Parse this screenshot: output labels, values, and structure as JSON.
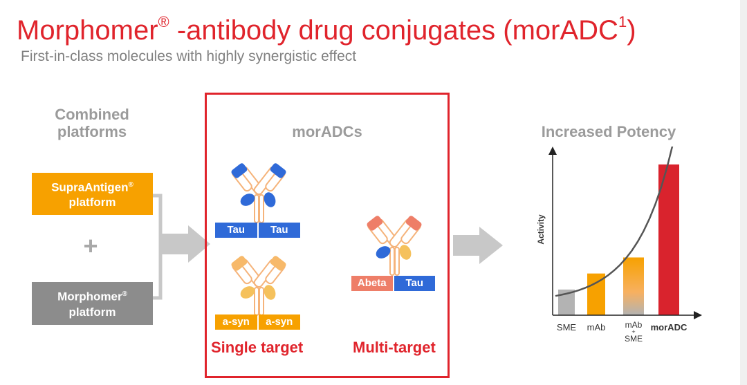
{
  "slide": {
    "title": "Morphomer",
    "title_reg": "®",
    "title_rest": " -antibody drug conjugates (morADC",
    "title_sup": "1",
    "title_end": ")",
    "subtitle": "First-in-class molecules with highly synergistic effect"
  },
  "combined": {
    "heading_line1": "Combined",
    "heading_line2": "platforms",
    "supra_name": "SupraAntigen",
    "supra_reg": "®",
    "supra_line2": "platform",
    "plus": "+",
    "morph_name": "Morphomer",
    "morph_reg": "®",
    "morph_line2": "platform"
  },
  "moradcs": {
    "heading": "morADCs",
    "single": {
      "tags_top": [
        "Tau",
        "Tau"
      ],
      "tags_bottom": [
        "a-syn",
        "a-syn"
      ],
      "label": "Single target"
    },
    "multi": {
      "tags": [
        "Abeta",
        "Tau"
      ],
      "label": "Multi-target"
    }
  },
  "potency": {
    "heading": "Increased Potency",
    "chart_data": {
      "type": "bar",
      "categories": [
        "SME",
        "mAb",
        "mAb + SME",
        "morADC"
      ],
      "category_lines": [
        [
          "SME"
        ],
        [
          "mAb"
        ],
        [
          "mAb",
          "+",
          "SME"
        ],
        [
          "morADC"
        ]
      ],
      "values": [
        1.6,
        2.6,
        3.6,
        9.4
      ],
      "ylabel": "Activity",
      "ylim": [
        0,
        10
      ],
      "bar_colors": [
        "#b3b3b3",
        "#f7a100",
        "#f7a100",
        "#d9232d"
      ],
      "trend_curve": "exponential"
    }
  },
  "colors": {
    "red": "#e0242c",
    "orange": "#f7a100",
    "blue": "#2f6ad8",
    "salmon": "#ee7e68",
    "gray": "#8c8c8c"
  }
}
